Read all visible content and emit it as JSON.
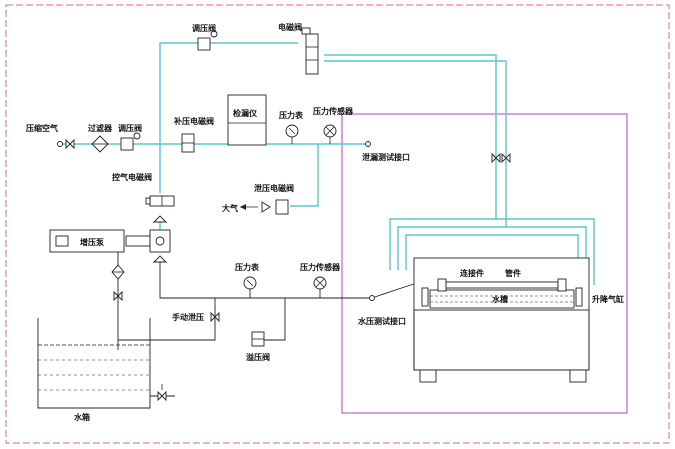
{
  "colors": {
    "border_dashed": "#d07070",
    "air_pipe": "#58c8cc",
    "test_zone": "#c060c0",
    "line": "#222222"
  },
  "labels": {
    "compressed_air": "压缩空气",
    "filter": "过滤器",
    "regulator_left": "调压阀",
    "supply_solenoid": "补压电磁阀",
    "leak_detector": "检漏仪",
    "pressure_gauge_top": "压力表",
    "pressure_sensor_top": "压力传感器",
    "regulator_top": "调压阀",
    "solenoid_top": "电磁阀",
    "leak_test_port": "泄漏测试接口",
    "control_solenoid": "控气电磁阀",
    "relief_solenoid": "泄压电磁阀",
    "atmosphere": "大气",
    "booster_pump": "增压泵",
    "pressure_gauge_bottom": "压力表",
    "pressure_sensor_bottom": "压力传感器",
    "manual_relief": "手动泄压",
    "relief_valve": "溢压阀",
    "water_test_port": "水压测试接口",
    "water_tank": "水箱",
    "connector": "连接件",
    "pipe_part": "管件",
    "water_trough": "水槽",
    "lift_cylinder": "升降气缸"
  }
}
